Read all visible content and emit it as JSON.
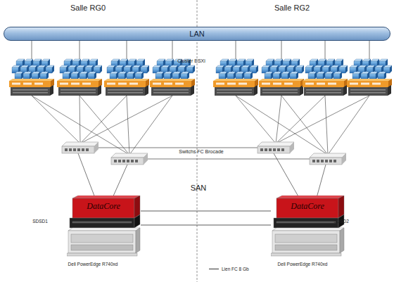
{
  "diagram": {
    "nodes": [
      {
        "text": [
          "LAN"
        ]
      },
      {
        "text": [
          "DataCore"
        ]
      },
      {
        "text": [
          "DataCore"
        ]
      }
    ],
    "edges": [
      {
        "from": 1,
        "to": 2,
        "arrow": "none"
      },
      {
        "from": 1,
        "to": 2,
        "arrow": "none"
      }
    ],
    "labels": [
      "Salle RG0",
      "Salle RG2",
      "Cluster ESXi",
      "Switchs FC Brocade",
      "SAN",
      "SDSD1",
      "SDSD2",
      "Dell PowerEdge R740xd",
      "Dell PowerEdge R740xd"
    ],
    "legend": [
      {
        "text": "Lien FC 8 Gb"
      }
    ]
  }
}
